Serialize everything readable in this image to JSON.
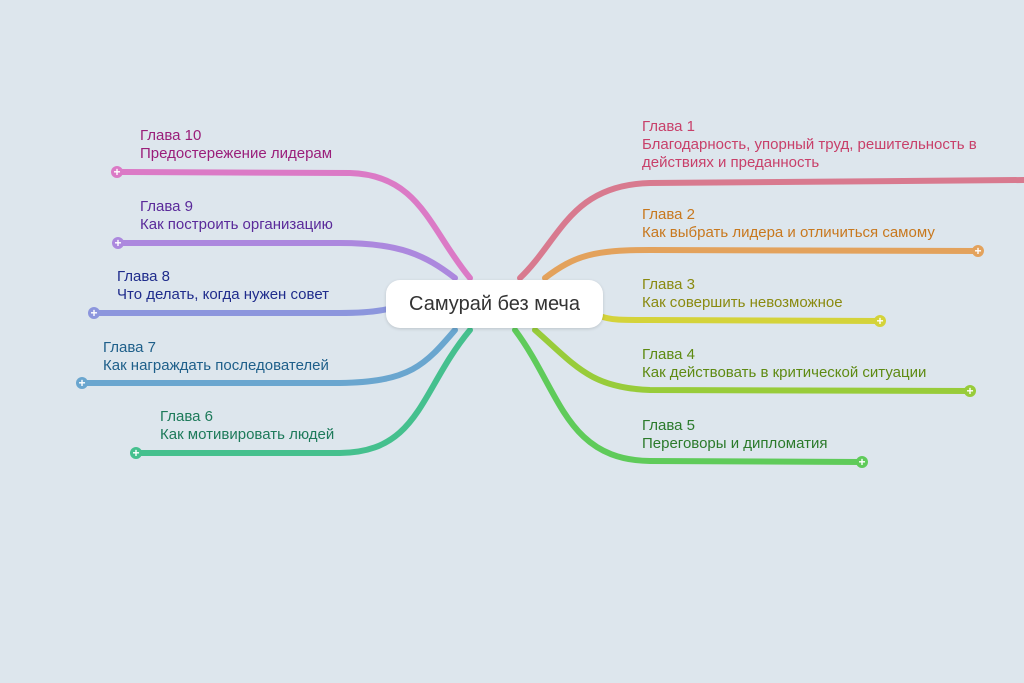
{
  "central": {
    "title": "Самурай без меча"
  },
  "branches": [
    {
      "id": "b1",
      "num": "Глава 1",
      "desc": "Благодарность, упорный труд, решительность в\nдействиях и преданность",
      "color": "#c8406a",
      "line": "#d87a8f"
    },
    {
      "id": "b2",
      "num": "Глава 2",
      "desc": "Как выбрать лидера и отличиться самому",
      "color": "#c8781e",
      "line": "#e3a25c"
    },
    {
      "id": "b3",
      "num": "Глава 3",
      "desc": "Как совершить невозможное",
      "color": "#8a8a10",
      "line": "#d4d33a"
    },
    {
      "id": "b4",
      "num": "Глава 4",
      "desc": "Как действовать в критической ситуации",
      "color": "#5e8a12",
      "line": "#98cc3a"
    },
    {
      "id": "b5",
      "num": "Глава 5",
      "desc": "Переговоры и дипломатия",
      "color": "#2b7a2b",
      "line": "#5fcb5a"
    },
    {
      "id": "b6",
      "num": "Глава 6",
      "desc": "Как мотивировать людей",
      "color": "#1d7a5a",
      "line": "#45c08e"
    },
    {
      "id": "b7",
      "num": "Глава 7",
      "desc": "Как награждать последователей",
      "color": "#1e5f8a",
      "line": "#6aa6cf"
    },
    {
      "id": "b8",
      "num": "Глава 8",
      "desc": "Что делать, когда нужен совет",
      "color": "#1f2c8c",
      "line": "#8c96dd"
    },
    {
      "id": "b9",
      "num": "Глава 9",
      "desc": "Как построить организацию",
      "color": "#5a2a9a",
      "line": "#ac88de"
    },
    {
      "id": "b10",
      "num": "Глава 10",
      "desc": "Предостережение лидерам",
      "color": "#9a1e7a",
      "line": "#db7ac6"
    }
  ]
}
